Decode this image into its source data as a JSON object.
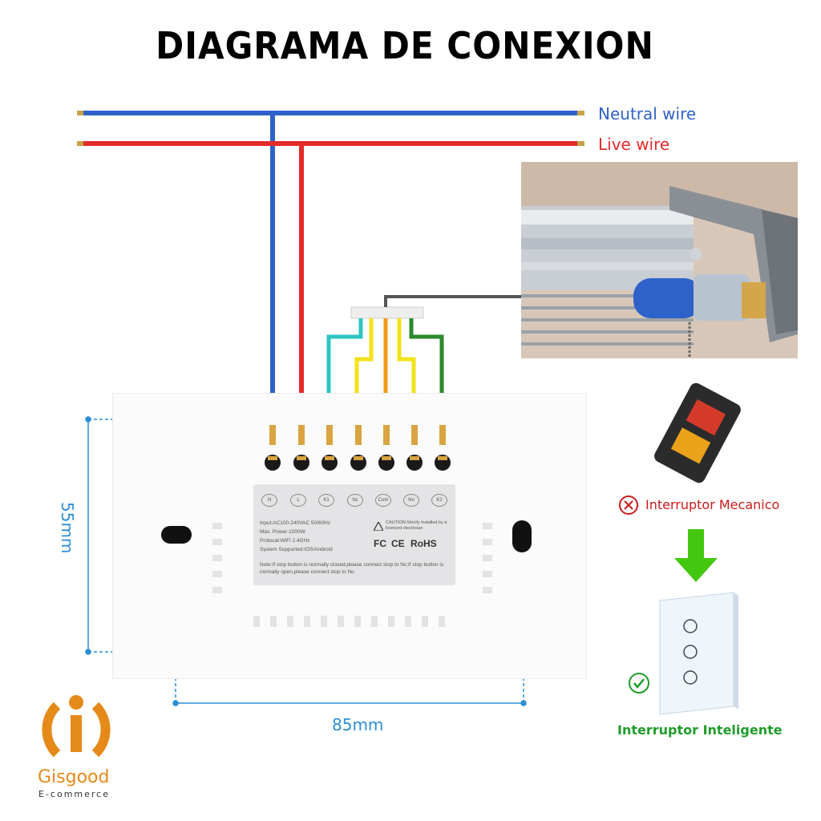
{
  "title": "DIAGRAMA DE CONEXION",
  "wires": {
    "neutral_label": "Neutral wire",
    "live_label": "Live wire",
    "neutral_color": "#2f62c9",
    "live_color": "#e32b2b"
  },
  "dimensions": {
    "height_label": "55mm",
    "width_label": "85mm"
  },
  "module": {
    "terminals": [
      "N",
      "L",
      "K1",
      "Nc",
      "Com",
      "No",
      "K2"
    ],
    "specs": [
      "Input:AC100-240VAC 50/60Hz",
      "Max. Power:1000W",
      "Protocal:WiFi 2.4GHz",
      "System Supported:IOS/Android"
    ],
    "caution": "CAUTION:Strictly installed by a licensed electrician",
    "certs": [
      "FC",
      "CE",
      "RoHS"
    ],
    "note": "Note:If stop button is normally closed,please connect stop to Nc;If stop button is normally open,please connect stop to No"
  },
  "comparison": {
    "mechanical_label": "Interruptor Mecanico",
    "smart_label": "Interruptor Inteligente"
  },
  "logo": {
    "name": "Gisgood",
    "tagline": "E-commerce"
  }
}
